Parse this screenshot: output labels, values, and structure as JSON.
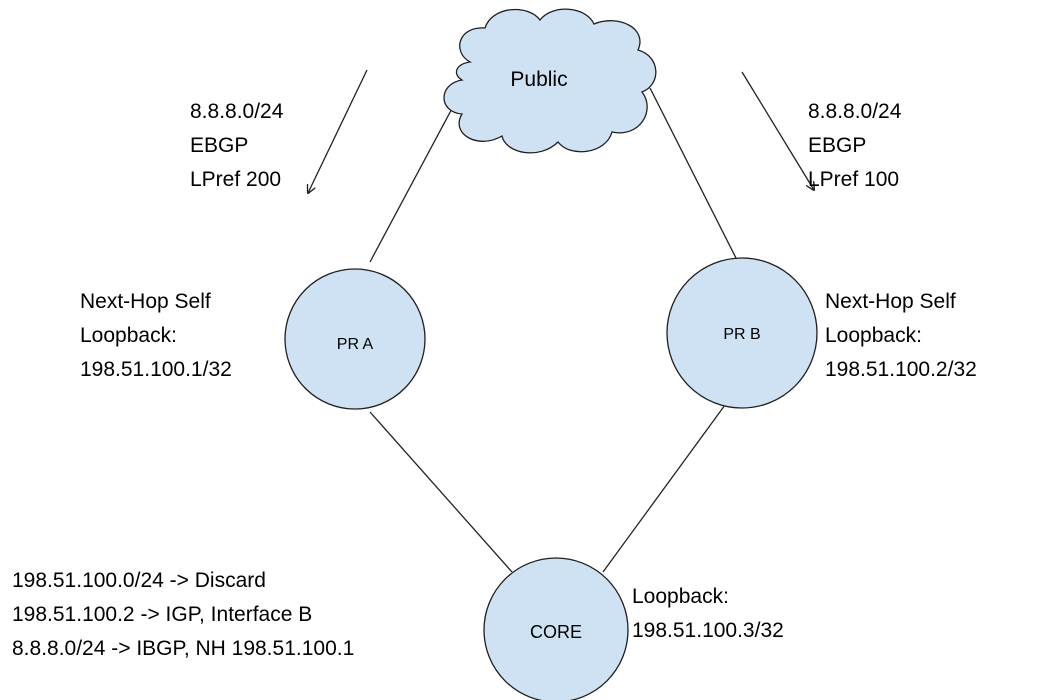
{
  "colors": {
    "node_fill": "#cfe2f3",
    "node_stroke": "#1f1f1f",
    "line": "#222222",
    "text": "#000000"
  },
  "nodes": {
    "public": "Public",
    "pr_a": "PR A",
    "pr_b": "PR B",
    "core": "CORE"
  },
  "annotations": {
    "left_route": [
      "8.8.8.0/24",
      "EBGP",
      "LPref 200"
    ],
    "right_route": [
      "8.8.8.0/24",
      "EBGP",
      "LPref 100"
    ],
    "pr_a_info": [
      "Next-Hop Self",
      "Loopback:",
      "198.51.100.1/32"
    ],
    "pr_b_info": [
      "Next-Hop Self",
      "Loopback:",
      "198.51.100.2/32"
    ],
    "core_routes": [
      "198.51.100.0/24 -> Discard",
      "198.51.100.2 -> IGP, Interface B",
      "8.8.8.0/24 -> IBGP, NH 198.51.100.1"
    ],
    "core_info": [
      "Loopback:",
      "198.51.100.3/32"
    ]
  }
}
